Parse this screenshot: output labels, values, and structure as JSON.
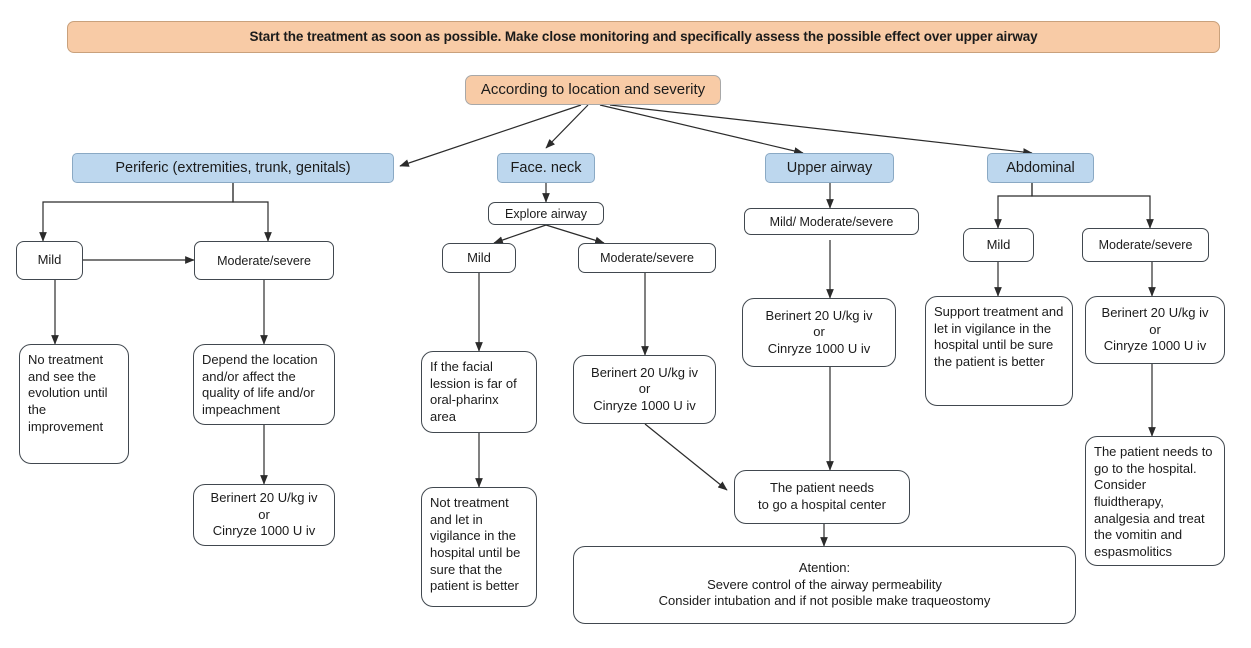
{
  "diagram": {
    "title_banner": "Start the treatment as soon as possible. Make close monitoring and specifically assess the possible effect over upper airway",
    "root": "According to location and severity",
    "colors": {
      "banner_fill": "#f8cba6",
      "category_fill": "#bdd7ee",
      "node_stroke": "#41484f",
      "text": "#1b1b1b"
    },
    "categories": [
      {
        "id": "periferic",
        "label": "Periferic (extremities, trunk, genitals)"
      },
      {
        "id": "face_neck",
        "label": "Face. neck"
      },
      {
        "id": "upper_airway",
        "label": "Upper airway"
      },
      {
        "id": "abdominal",
        "label": "Abdominal"
      }
    ],
    "nodes": {
      "periferic_mild": "Mild",
      "periferic_modsev": "Moderate/severe",
      "periferic_mild_action": "No treatment and see the evolution until the improvement",
      "periferic_modsev_action": "Depend the location and/or affect the quality of life and/or impeachment",
      "periferic_drug": "Berinert 20 U/kg iv\nor\nCinryze 1000 U iv",
      "face_explore": "Explore airway",
      "face_mild": "Mild",
      "face_modsev": "Moderate/severe",
      "face_mild_action": "If the facial lession is far of oral-pharinx area",
      "face_mild_action2": "Not treatment and let in vigilance in the hospital until be sure that the patient is better",
      "face_drug": "Berinert 20 U/kg iv\nor\nCinryze 1000 U iv",
      "airway_severity": "Mild/  Moderate/severe",
      "airway_drug": "Berinert 20 U/kg iv\nor\nCinryze 1000 U iv",
      "airway_hospital": "The patient needs\nto go a hospital center",
      "attention": "Atention:\nSevere control of the airway permeability\nConsider intubation and if not posible make traqueostomy",
      "abdominal_mild": "Mild",
      "abdominal_modsev": "Moderate/severe",
      "abdominal_mild_action": "Support treatment and let in vigilance in the hospital until be sure the patient is better",
      "abdominal_drug": "Berinert 20 U/kg iv\nor\nCinryze 1000 U iv",
      "abdominal_hospital": "The patient needs to go to the hospital. Consider fluidtherapy, analgesia and treat the vomitin and espasmolitics"
    }
  }
}
